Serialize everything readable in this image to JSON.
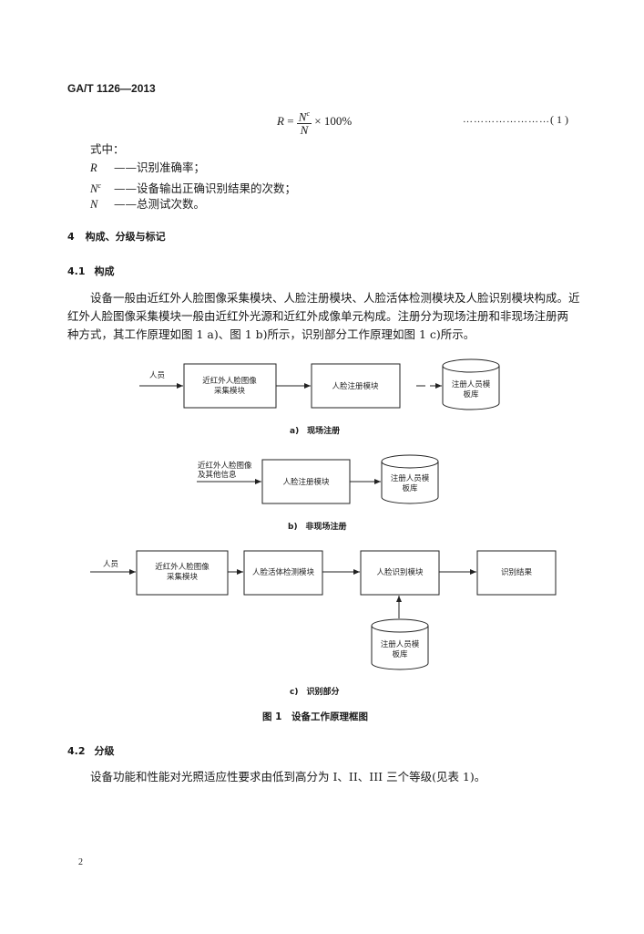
{
  "header": {
    "standard_no": "GA/T 1126—2013"
  },
  "formula": {
    "lhs": "R",
    "numerator": "N",
    "numerator_sup": "c",
    "denominator": "N",
    "tail": "× 100%",
    "leader": "……………………",
    "number": "( 1 )"
  },
  "where": {
    "intro": "式中：",
    "items": [
      {
        "sym": "R",
        "sup": "",
        "desc": "——识别准确率；"
      },
      {
        "sym": "N",
        "sup": "c",
        "desc": "——设备输出正确识别结果的次数；"
      },
      {
        "sym": "N",
        "sup": "",
        "desc": "——总测试次数。"
      }
    ]
  },
  "section4": {
    "num": "4",
    "title": "构成、分级与标记"
  },
  "section41": {
    "num": "4.1",
    "title": "构成"
  },
  "para1": {
    "line1": "设备一般由近红外人脸图像采集模块、人脸注册模块、人脸活体检测模块及人脸识别模块构成。近",
    "line2": "红外人脸图像采集模块一般由近红外光源和近红外成像单元构成。注册分为现场注册和非现场注册两",
    "line3": "种方式，其工作原理如图 1 a)、图 1 b)所示，识别部分工作原理如图 1 c)所示。"
  },
  "diagram_a": {
    "input": "人员",
    "box1_l1": "近红外人脸图像",
    "box1_l2": "采集模块",
    "box2": "人脸注册模块",
    "db_l1": "注册人员模",
    "db_l2": "板库",
    "caption": "a)　现场注册"
  },
  "diagram_b": {
    "input_l1": "近红外人脸图像",
    "input_l2": "及其他信息",
    "box1": "人脸注册模块",
    "db_l1": "注册人员模",
    "db_l2": "板库",
    "caption": "b)　非现场注册"
  },
  "diagram_c": {
    "input": "人员",
    "box1_l1": "近红外人脸图像",
    "box1_l2": "采集模块",
    "box2": "人脸活体检测模块",
    "box3": "人脸识别模块",
    "box4": "识别结果",
    "db_l1": "注册人员模",
    "db_l2": "板库",
    "caption": "c)　识别部分"
  },
  "figure_caption": "图 1　设备工作原理框图",
  "section42": {
    "num": "4.2",
    "title": "分级"
  },
  "para2": "设备功能和性能对光照适应性要求由低到高分为 I、II、III 三个等级(见表 1)。",
  "page_number": "2"
}
